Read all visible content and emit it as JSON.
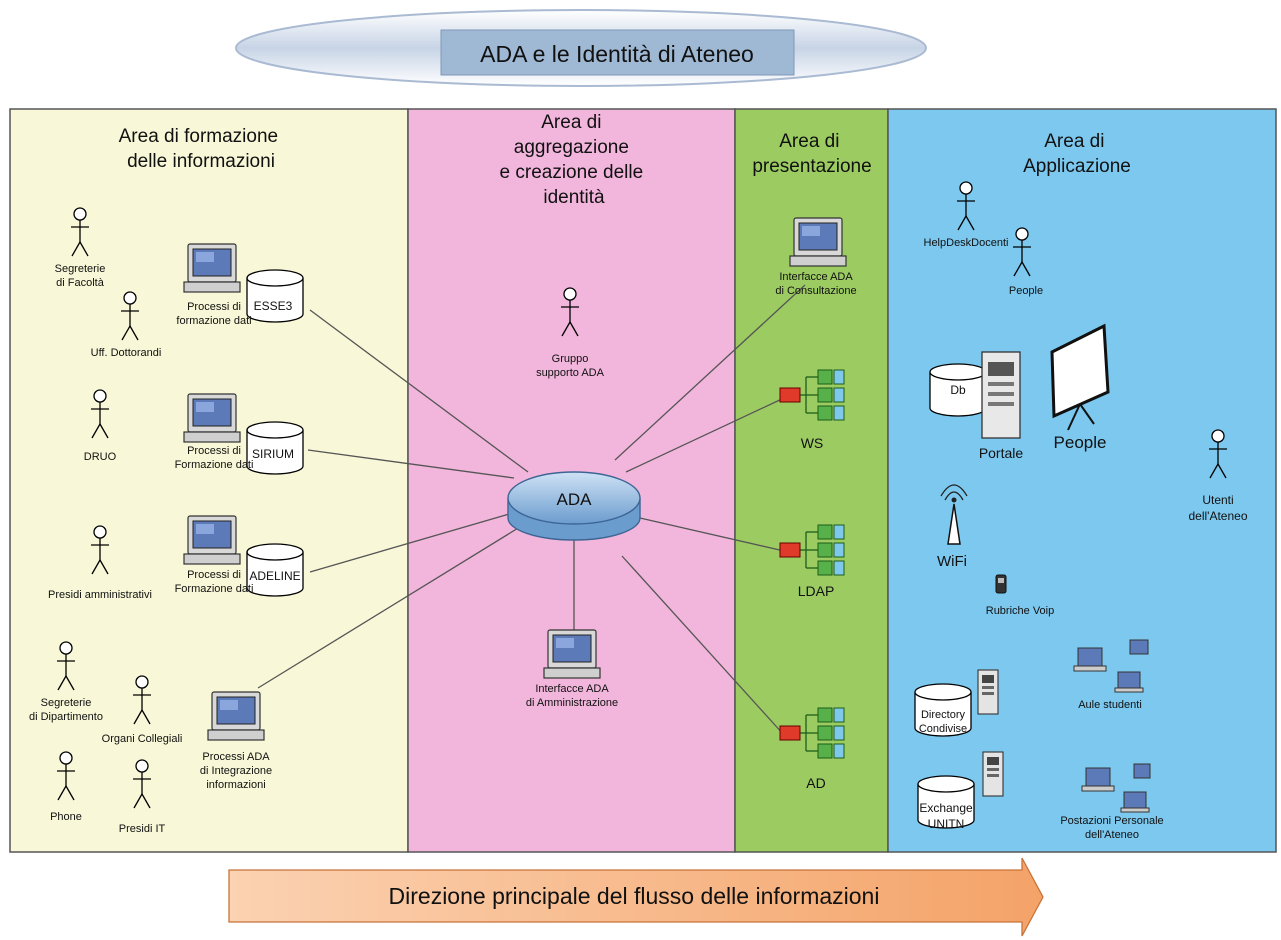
{
  "title": "ADA e le Identità di Ateneo",
  "flow_label": "Direzione principale del flusso delle informazioni",
  "areas": [
    {
      "lines": [
        "Area di formazione",
        "delle informazioni"
      ],
      "color": "#f8f8d8"
    },
    {
      "lines": [
        "Area di",
        "aggregazione",
        "e creazione delle",
        "identità"
      ],
      "color": "#f2b6dc"
    },
    {
      "lines": [
        "Area di",
        "presentazione"
      ],
      "color": "#9ccb62"
    },
    {
      "lines": [
        "Area di",
        "Applicazione"
      ],
      "color": "#7cc8ef"
    }
  ],
  "actors": {
    "segreterie_facolta": [
      "Segreterie",
      "di Facoltà"
    ],
    "uff_dottorandi": "Uff. Dottorandi",
    "druo": "DRUO",
    "presidi_amministrativi": "Presidi amministrativi",
    "segreterie_dipartimento": [
      "Segreterie",
      "di Dipartimento"
    ],
    "organi_collegiali": "Organi Collegiali",
    "phone": "Phone",
    "presidi_it": "Presidi IT",
    "gruppo_supporto": [
      "Gruppo",
      "supporto ADA"
    ],
    "helpdesk_docenti": "HelpDeskDocenti",
    "people_small": "People",
    "utenti_ateneo": [
      "Utenti",
      "dell'Ateneo"
    ]
  },
  "sources": [
    {
      "process": [
        "Processi di",
        "formazione dati"
      ],
      "db": "ESSE3"
    },
    {
      "process": [
        "Processi di",
        "Formazione dati"
      ],
      "db": "SIRIUM"
    },
    {
      "process": [
        "Processi di",
        "Formazione dati"
      ],
      "db": "ADELINE"
    }
  ],
  "integration": [
    "Processi ADA",
    "di Integrazione",
    "informazioni"
  ],
  "hub": "ADA",
  "admin_interface": [
    "Interfacce ADA",
    "di Amministrazione"
  ],
  "consult_interface": [
    "Interfacce ADA",
    "di Consultazione"
  ],
  "services": [
    "WS",
    "LDAP",
    "AD"
  ],
  "apps": {
    "db": "Db",
    "portale": "Portale",
    "people": "People",
    "wifi": "WiFi",
    "rubriche": "Rubriche Voip",
    "directory": [
      "Directory",
      "Condivise"
    ],
    "exchange": [
      "Exchange",
      "UNITN"
    ],
    "aule": "Aule studenti",
    "postazioni": [
      "Postazioni Personale",
      "dell'Ateneo"
    ]
  },
  "colors": {
    "title_band": "#b9c8dc",
    "title_box": "#9fb8d4",
    "flow_arrow": "#f6b080",
    "hub": "#9fc3e6",
    "service_green": "#58b04a",
    "service_red": "#e03a2a"
  }
}
